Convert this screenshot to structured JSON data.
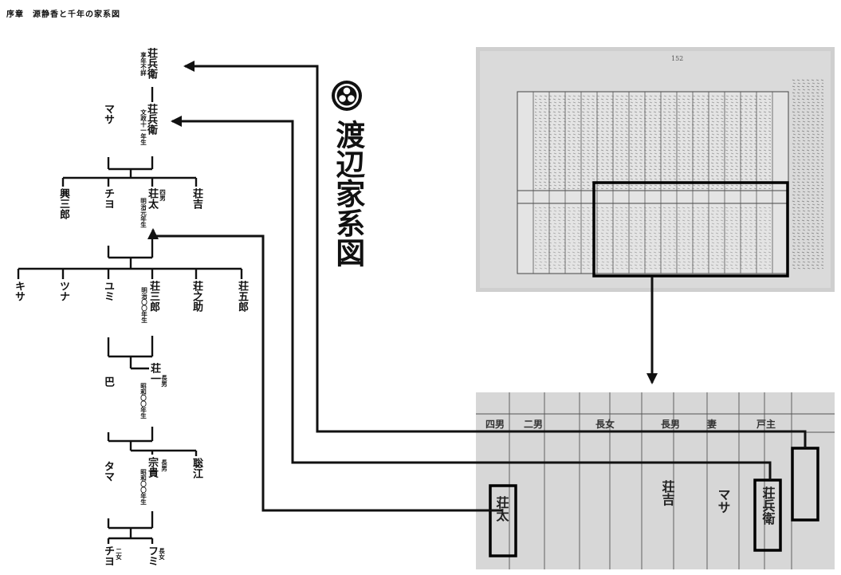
{
  "header": "序章　源静香と千年の家系図",
  "title": "渡辺家系図",
  "crest": "maru-ni-mitsu-boshi crest",
  "tree": {
    "gen1": {
      "name": "荘兵衛",
      "note": "享年不詳"
    },
    "gen2": {
      "name": "荘兵衛",
      "note": "文政十一年生",
      "spouse": "マサ"
    },
    "gen3": {
      "children": [
        "興三郎",
        "チヨ",
        "荘太",
        "荘吉"
      ],
      "sota_order": "四男",
      "sota_note": "明治元年生"
    },
    "gen4": {
      "children": [
        "キサ",
        "ツナ",
        "ユミ",
        "荘三郎",
        "荘之助",
        "荘五郎"
      ],
      "sozaburo_note": "明治〇〇年生"
    },
    "gen5": {
      "spouse": "巴",
      "name": "荘一",
      "order": "長男",
      "note": "昭和〇〇年生"
    },
    "gen6": {
      "spouse": "タマ",
      "name": "宗貴",
      "order": "長男",
      "note": "昭和〇〇年生",
      "sibling": "聡江"
    },
    "gen7": {
      "children": [
        {
          "name": "チヨ",
          "order": "二女"
        },
        {
          "name": "フミ",
          "order": "長女"
        }
      ]
    }
  },
  "document_snippets": {
    "top_page_number": "152",
    "names_in_zoom": [
      "荘太",
      "荘吉",
      "マサ",
      "荘兵衛"
    ],
    "relations_in_zoom": [
      "四男",
      "二男",
      "長女",
      "長男",
      "妻",
      "戸主"
    ]
  }
}
